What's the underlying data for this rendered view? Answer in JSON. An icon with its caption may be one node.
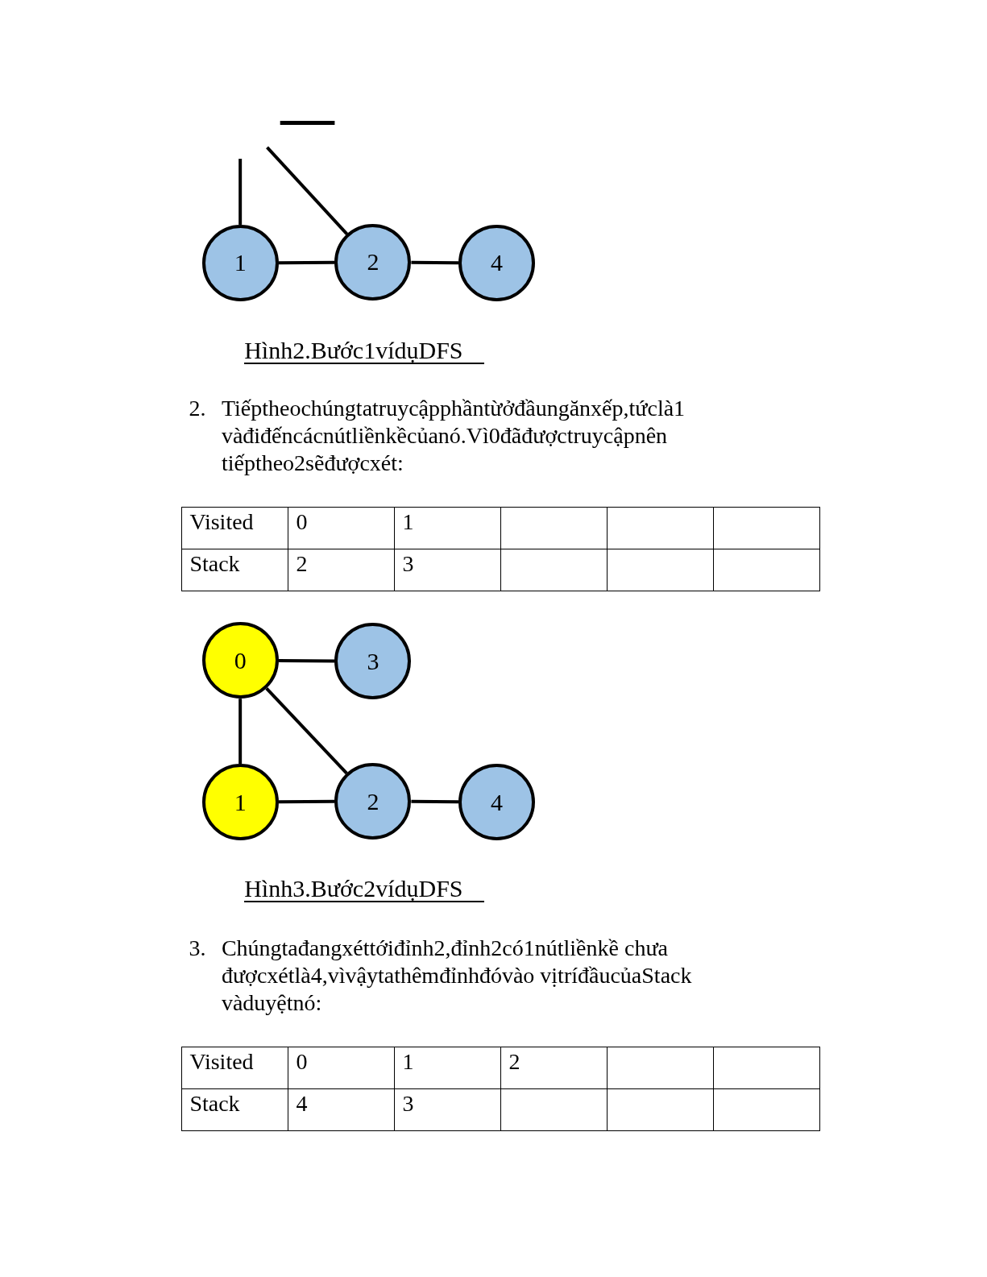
{
  "diagram": {
    "nodes": [
      {
        "text": [
          "1"
        ]
      },
      {
        "text": [
          "2"
        ]
      },
      {
        "text": [
          "4"
        ]
      },
      {
        "text": [
          "0"
        ]
      },
      {
        "text": [
          "3"
        ]
      },
      {
        "text": [
          "1"
        ]
      },
      {
        "text": [
          "2"
        ]
      },
      {
        "text": [
          "4"
        ]
      }
    ],
    "edges": [
      {
        "from": null,
        "to": 0,
        "arrow": "none"
      },
      {
        "from": null,
        "to": 1,
        "arrow": "none"
      },
      {
        "from": 0,
        "to": 1,
        "arrow": "none"
      },
      {
        "from": 1,
        "to": 2,
        "arrow": "none"
      },
      {
        "from": 3,
        "to": 4,
        "arrow": "none"
      },
      {
        "from": 3,
        "to": 5,
        "arrow": "none"
      },
      {
        "from": 3,
        "to": 6,
        "arrow": "none"
      },
      {
        "from": 5,
        "to": 6,
        "arrow": "none"
      },
      {
        "from": 6,
        "to": 7,
        "arrow": "none"
      }
    ],
    "labels": [
      "Hình2.Bước1vídụDFS",
      "2.",
      "Tiếptheochúngtatruycậpphầntừởđầungănxếp,tứclà1 vàđiđếncácnútliềnkềcủanó.Vì0đãđượctruycậpnên tiếptheo2sẽđượcxét:",
      "Visited",
      "0",
      "1",
      "Stack",
      "2",
      "3",
      "Hình3.Bước2vídụDFS",
      "3.",
      "Chúngtađangxéttớiđỉnh2,đỉnh2có1nútliềnkề chưa đượcxétlà4,vìvậytathêmđỉnhđóvào vịtríđầucủaStack vàduyệtnó:",
      "Visited",
      "0",
      "1",
      "2",
      "Stack",
      "4",
      "3"
    ]
  }
}
